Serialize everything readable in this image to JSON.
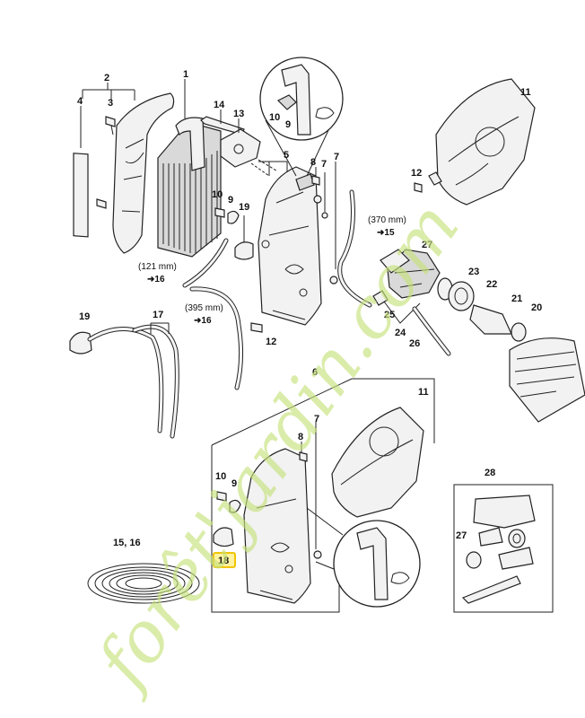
{
  "labels": {
    "l1": "1",
    "l2": "2",
    "l3": "3",
    "l4": "4",
    "l5": "5",
    "l6": "6",
    "l7a": "7",
    "l7b": "7",
    "l7c": "7",
    "l8a": "8",
    "l8b": "8",
    "l9a": "9",
    "l9b": "9",
    "l9c": "9",
    "l10a": "10",
    "l10b": "10",
    "l10c": "10",
    "l11a": "11",
    "l11b": "11",
    "l12a": "12",
    "l12b": "12",
    "l13": "13",
    "l14": "14",
    "l1516": "15, 16",
    "l17": "17",
    "l18": "18",
    "l19a": "19",
    "l19b": "19",
    "l20": "20",
    "l21": "21",
    "l22": "22",
    "l23": "23",
    "l24": "24",
    "l25": "25",
    "l26": "26",
    "l27a": "27",
    "l27b": "27",
    "l28": "28"
  },
  "notes": {
    "hose370": "(370 mm)",
    "ref370": "➜15",
    "hose121": "(121 mm)",
    "ref121": "➜16",
    "hose395": "(395 mm)",
    "ref395": "➜16"
  },
  "watermark": {
    "text": "forêt'jardin.com",
    "accent": "ê"
  },
  "highlight_color": "#f2c400"
}
